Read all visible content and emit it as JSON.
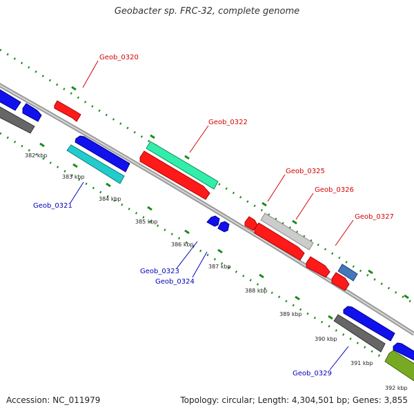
{
  "header": {
    "title": "Geobacter sp. FRC-32, complete genome"
  },
  "footer": {
    "accession": "Accession: NC_011979",
    "stats": "Topology: circular; Length: 4,304,501 bp; Genes: 3,855"
  },
  "colors": {
    "forward_label": "#d40000",
    "reverse_label": "#0000bb",
    "backbone": "#9a9a9a",
    "tick": "#1a8a1a"
  },
  "scale_ticks": [
    "382 kbp",
    "383 kbp",
    "384 kbp",
    "385 kbp",
    "386 kbp",
    "387 kbp",
    "388 kbp",
    "389 kbp",
    "390 kbp",
    "391 kbp",
    "392 kbp"
  ],
  "gene_labels": {
    "forward": [
      "Geob_0320",
      "Geob_0322",
      "Geob_0325",
      "Geob_0326",
      "Geob_0327"
    ],
    "reverse": [
      "Geob_0321",
      "Geob_0323",
      "Geob_0324",
      "Geob_0329"
    ]
  }
}
